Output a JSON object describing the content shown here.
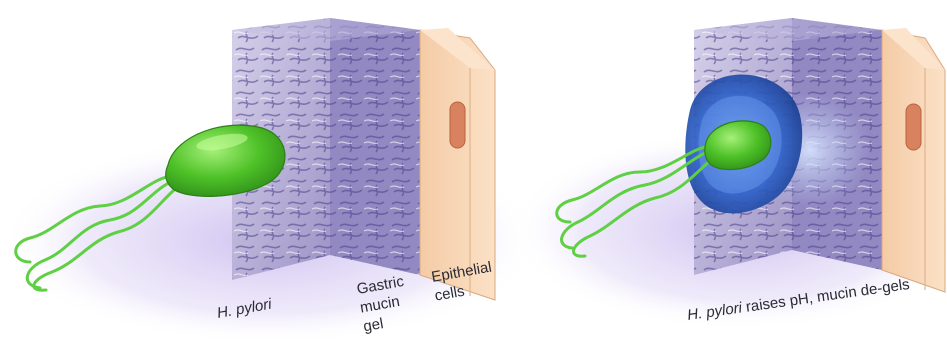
{
  "panels": [
    {
      "labels": {
        "bacterium": "H. pylori",
        "mucin_line1": "Gastric",
        "mucin_line2": "mucin",
        "mucin_line3": "gel",
        "epi_line1": "Epithelial",
        "epi_line2": "cells"
      }
    },
    {
      "labels": {
        "bacterium": "H. pylori",
        "caption": " raises pH, mucin de-gels"
      }
    }
  ],
  "colors": {
    "bacterium": "#58c832",
    "flagella": "#5fcf44",
    "mucin": "#b9b2d6",
    "epithelium": "#f6d4b0",
    "nucleus": "#d9825f",
    "degel_zone": "#2f62c9",
    "shadow": "#d8cdf4"
  },
  "icons": [
    "h-pylori-bacterium-icon",
    "mucin-gel-block-icon",
    "epithelial-cell-icon",
    "degelled-zone-icon"
  ]
}
